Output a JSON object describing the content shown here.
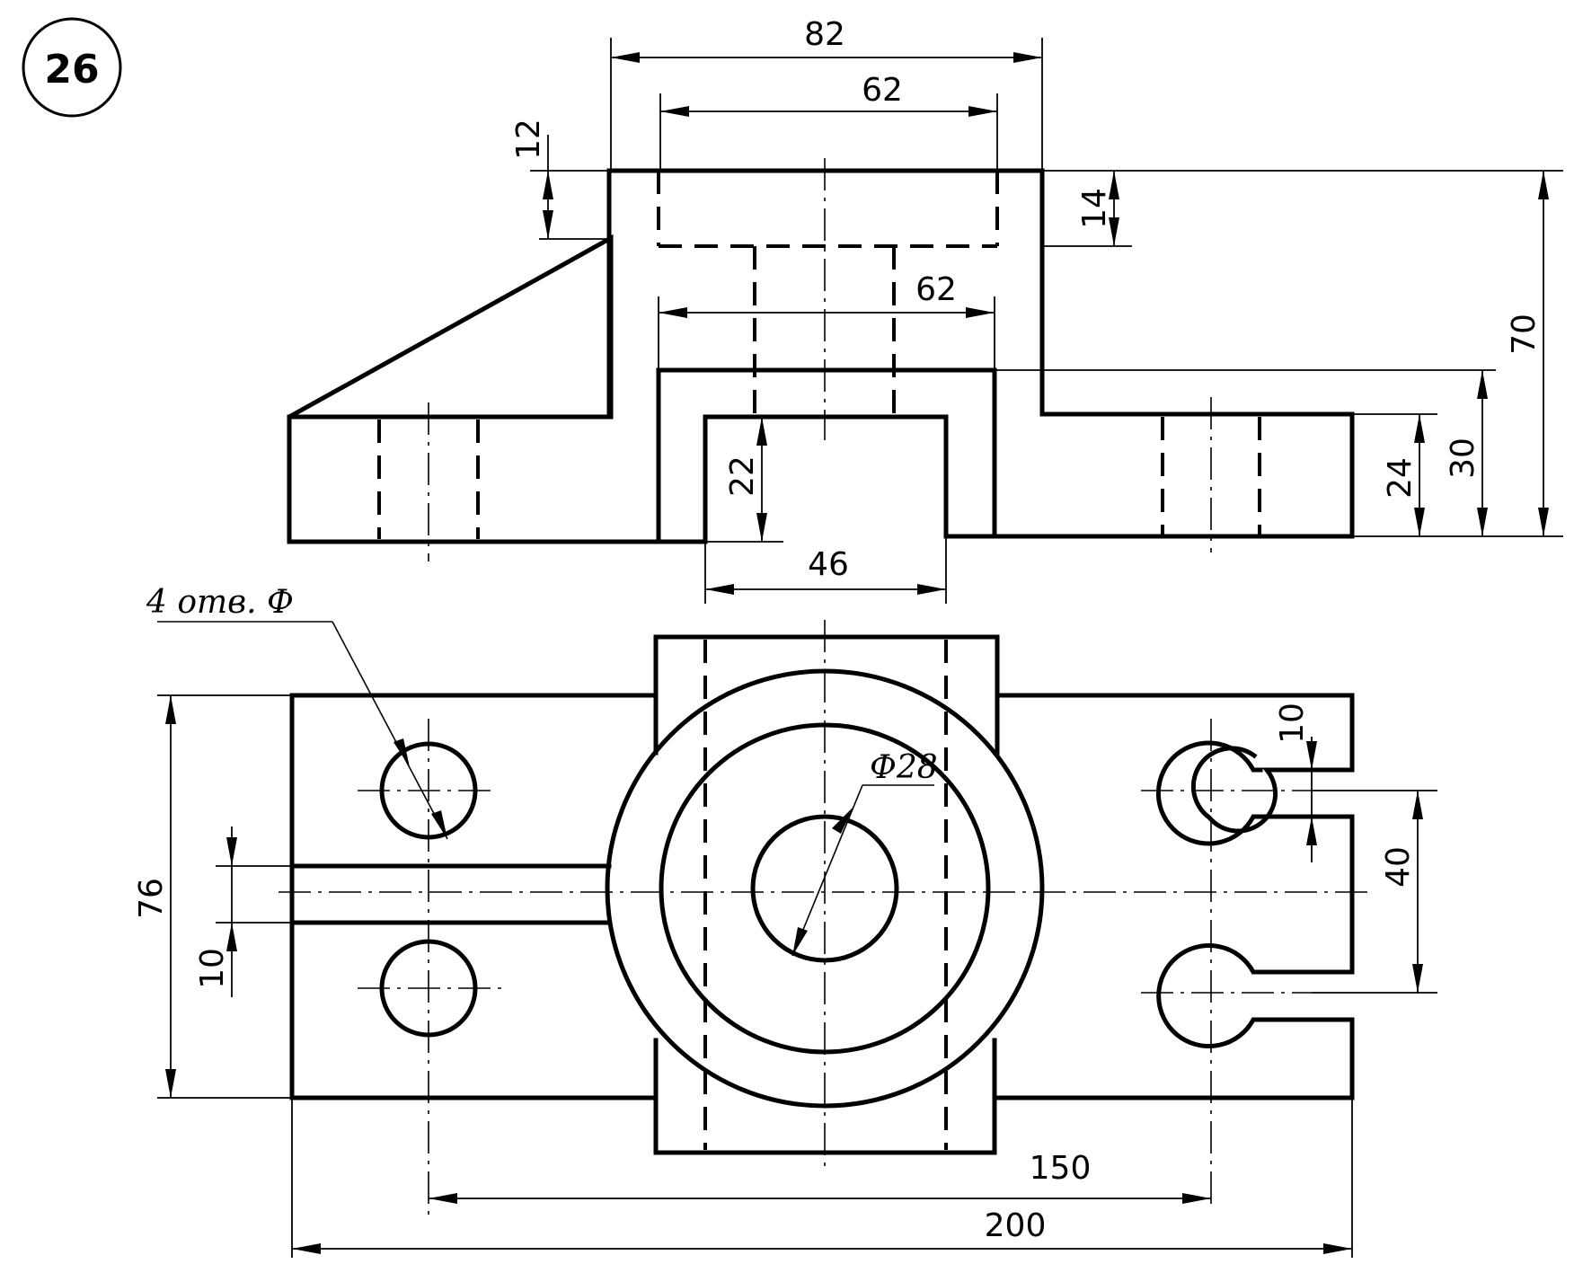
{
  "figure": {
    "number": "26",
    "note": "4 отв. Ф",
    "ink_color": "#000000",
    "paper_color": "#ffffff"
  },
  "dimensions": {
    "top_width": "82",
    "top_bore": "62",
    "bore_depth": "14",
    "flange_step": "12",
    "inner_bore": "62",
    "height_total": "70",
    "boss_height": "30",
    "base_height": "24",
    "slot_height": "22",
    "slot_width": "46",
    "plan_width": "76",
    "slot_gap": "10",
    "hole_diameter": "Ф28",
    "tab_gap": "10",
    "hole_spacing_vertical": "40",
    "hole_spacing": "150",
    "length_total": "200"
  }
}
